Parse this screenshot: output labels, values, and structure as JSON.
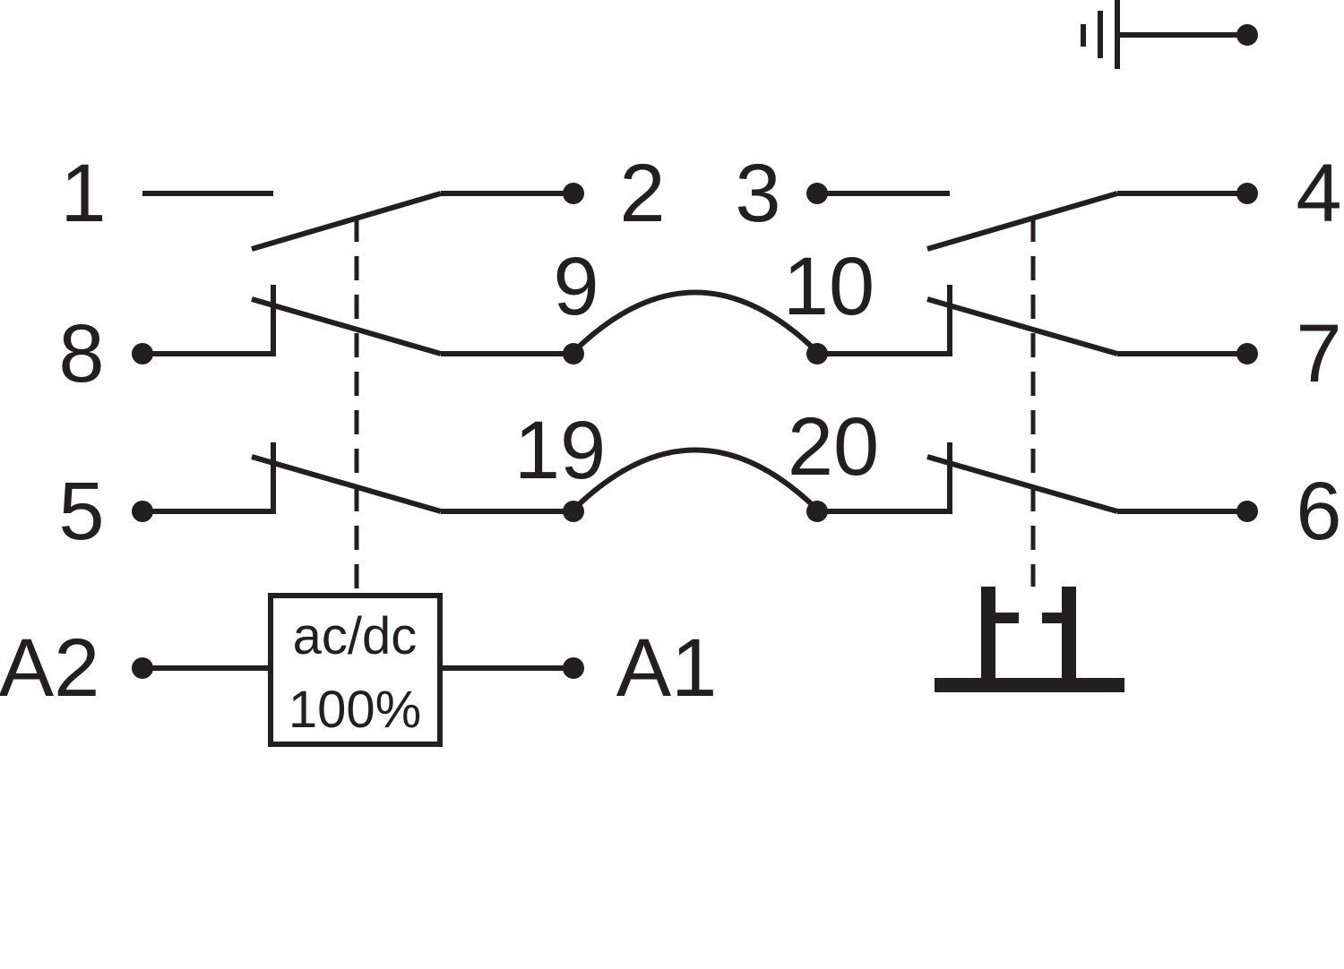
{
  "colors": {
    "ink": "#231f20",
    "background": "#ffffff"
  },
  "terminals": {
    "t1": "1",
    "t2": "2",
    "t3": "3",
    "t4": "4",
    "t5": "5",
    "t6": "6",
    "t7": "7",
    "t8": "8",
    "t9": "9",
    "t10": "10",
    "t19": "19",
    "t20": "20",
    "a1": "A1",
    "a2": "A2"
  },
  "coil": {
    "line1": "ac/dc",
    "line2": "100%"
  },
  "icons": {
    "ground": "ground-icon",
    "test_button": "test-button-icon"
  }
}
